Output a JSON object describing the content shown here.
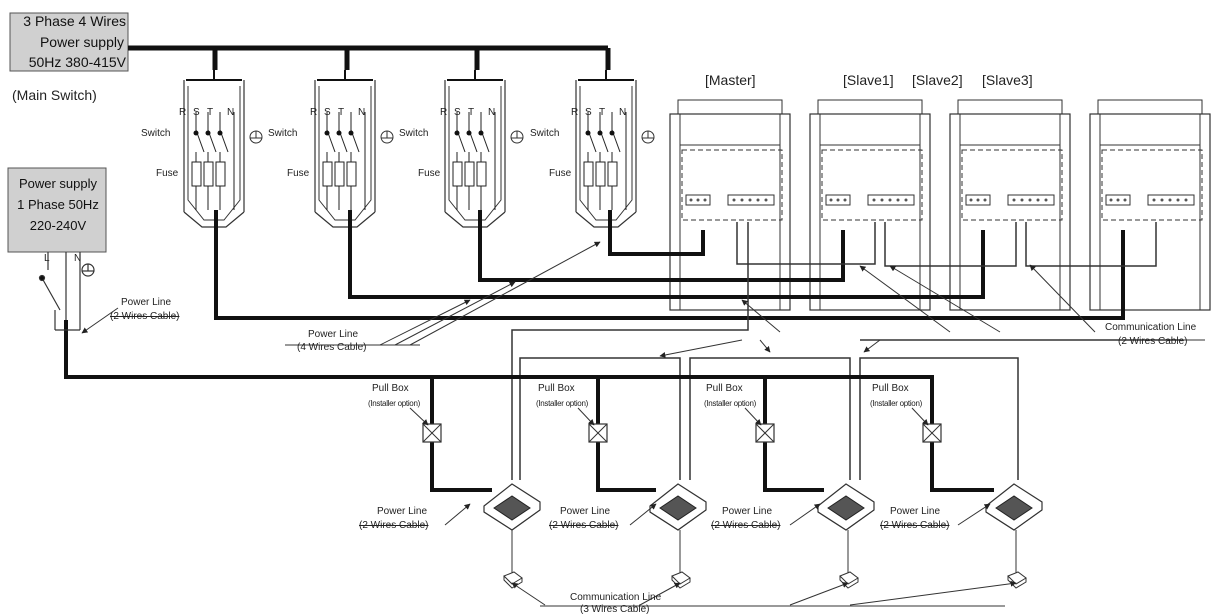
{
  "main_supply": {
    "line1": "3 Phase 4 Wires",
    "line2": "Power supply",
    "line3": "50Hz 380-415V",
    "switch_label": "(Main Switch)"
  },
  "indoor_supply": {
    "line1": "Power supply",
    "line2": "1 Phase 50Hz",
    "line3": "220-240V",
    "terminal_l": "L",
    "terminal_n": "N"
  },
  "panel": {
    "terminals": [
      "R",
      "S",
      "T",
      "N"
    ],
    "switch_label": "Switch",
    "fuse_label": "Fuse"
  },
  "outdoor_units": {
    "master_label": "[Master]",
    "slave1_label": "[Slave1]",
    "slave2_label": "[Slave2]",
    "slave3_label": "[Slave3]"
  },
  "labels": {
    "power_line": "Power Line",
    "two_wires_cable": "(2 Wires Cable)",
    "four_wires_cable": "(4 Wires Cable)",
    "communication_line": "Communication Line",
    "three_wires_cable": "(3 Wires Cable)",
    "pull_box": "Pull Box",
    "installer_option": "(Installer option)"
  },
  "colors": {
    "line": "#111111",
    "box_fill": "#d0d0d0",
    "thin": "#333333"
  }
}
